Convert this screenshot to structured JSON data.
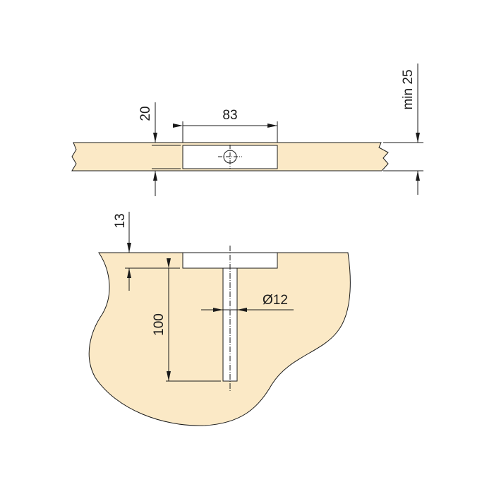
{
  "colors": {
    "material": "#fbe9c6",
    "line": "#1a1a1a",
    "cutout": "#ffffff"
  },
  "top_view": {
    "dim_depth": "20",
    "dim_length": "83",
    "dim_min_thickness": "min 25"
  },
  "section_view": {
    "dim_pocket_depth": "13",
    "dim_hole_depth": "100",
    "dim_hole_diameter": "Ø12"
  }
}
